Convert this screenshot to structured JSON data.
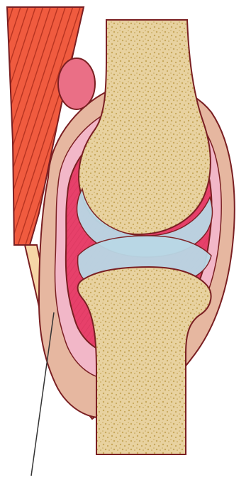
{
  "diagram": {
    "subject": "synovial-knee-joint",
    "labels": [],
    "colors": {
      "background": "#ffffff",
      "outline": "#7a1f22",
      "bone_fill": "#e8d2a0",
      "bone_speckle": "#c7a85c",
      "cartilage": "#b9d8e6",
      "synovial_fluid": "#e7406a",
      "synovial_highlight": "#f7a8c0",
      "capsule_membrane": "#f2b7c8",
      "ligament_tan": "#e6b7a0",
      "muscle": "#f05b3f",
      "muscle_stripe": "#b73320",
      "bursa_fill": "#ea6f86",
      "tendon": "#f6d7a8",
      "pointer_line": "#333333"
    },
    "structures": [
      {
        "id": "femur",
        "icon": "femur-bone-icon"
      },
      {
        "id": "tibia",
        "icon": "tibia-bone-icon"
      },
      {
        "id": "articular-cartilage-upper",
        "icon": "cartilage-icon"
      },
      {
        "id": "articular-cartilage-lower",
        "icon": "cartilage-icon"
      },
      {
        "id": "synovial-cavity",
        "icon": "synovial-fluid-icon"
      },
      {
        "id": "joint-capsule",
        "icon": "capsule-icon"
      },
      {
        "id": "muscle",
        "icon": "muscle-icon"
      },
      {
        "id": "bursa",
        "icon": "bursa-icon"
      },
      {
        "id": "tendon",
        "icon": "tendon-icon"
      }
    ]
  }
}
